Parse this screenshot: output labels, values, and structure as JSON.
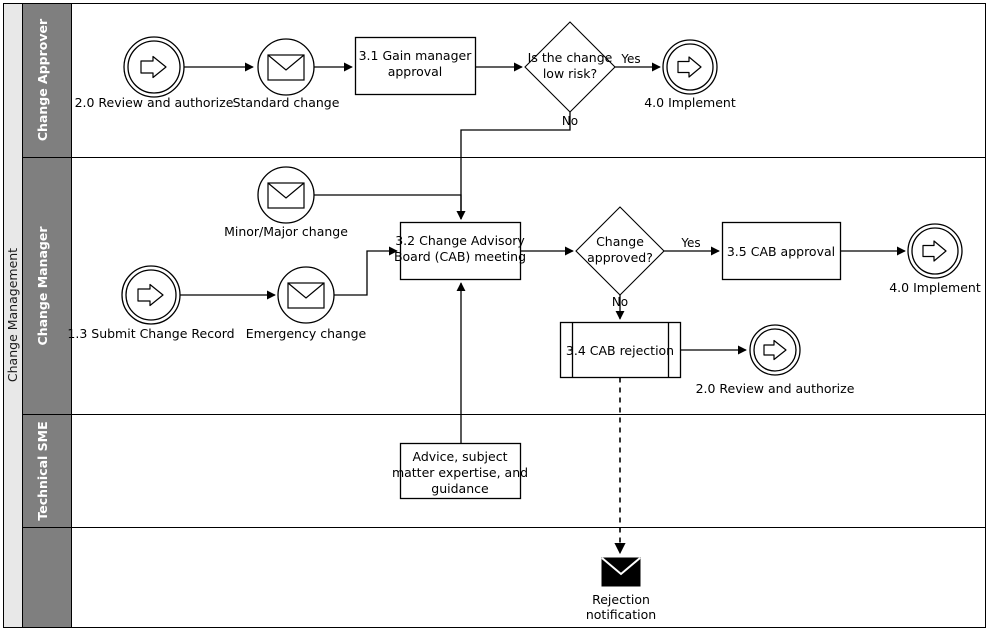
{
  "diagram": {
    "type": "bpmn-swimlane",
    "pool": {
      "label": "Change Management"
    },
    "lanes": [
      {
        "id": "lane-change-approver",
        "label": "Change Approver"
      },
      {
        "id": "lane-change-manager",
        "label": "Change Manager"
      },
      {
        "id": "lane-technical-sme",
        "label": "Technical SME"
      },
      {
        "id": "lane-unnamed",
        "label": ""
      }
    ],
    "colors": {
      "lane_header_fill": "#7f7f7f",
      "pool_header_fill": "#e8e8e8",
      "stroke": "#000000",
      "canvas": "#ffffff",
      "lane_label_text": "#ffffff",
      "pool_label_text": "#1a1a1a"
    },
    "nodes": [
      {
        "id": "n-start-review-top",
        "shape": "link-event",
        "label": "2.0 Review and authorize"
      },
      {
        "id": "n-standard-change",
        "shape": "message-event",
        "label": "Standard change"
      },
      {
        "id": "n-gain-approval",
        "shape": "task",
        "label": "3.1 Gain manager approval"
      },
      {
        "id": "n-gw-low-risk",
        "shape": "gateway",
        "label": "Is the change low risk?"
      },
      {
        "id": "n-implement-top",
        "shape": "link-event",
        "label": "4.0 Implement"
      },
      {
        "id": "n-minor-major",
        "shape": "message-event",
        "label": "Minor/Major change"
      },
      {
        "id": "n-submit-record",
        "shape": "link-event",
        "label": "1.3 Submit Change Record"
      },
      {
        "id": "n-emergency-change",
        "shape": "message-event",
        "label": "Emergency change"
      },
      {
        "id": "n-cab-meeting",
        "shape": "task",
        "label": "3.2 Change Advisory Board (CAB) meeting"
      },
      {
        "id": "n-gw-approved",
        "shape": "gateway",
        "label": "Change approved?"
      },
      {
        "id": "n-cab-approval",
        "shape": "task",
        "label": "3.5 CAB approval"
      },
      {
        "id": "n-implement-right",
        "shape": "link-event",
        "label": "4.0 Implement"
      },
      {
        "id": "n-cab-rejection",
        "shape": "subprocess",
        "label": "3.4 CAB rejection"
      },
      {
        "id": "n-review-bottom",
        "shape": "link-event",
        "label": "2.0 Review and authorize"
      },
      {
        "id": "n-advice",
        "shape": "task",
        "label": "Advice, subject matter expertise, and guidance"
      },
      {
        "id": "n-rejection-notice",
        "shape": "filled-envelope",
        "label": "Rejection notification"
      }
    ],
    "node_text": {
      "n_start_review_top": "2.0 Review and authorize",
      "n_standard_change": "Standard change",
      "n_gain_approval_l1": "3.1 Gain manager",
      "n_gain_approval_l2": "approval",
      "n_gw_low_risk_l1": "Is the change",
      "n_gw_low_risk_l2": "low risk?",
      "n_implement_top": "4.0 Implement",
      "n_minor_major": "Minor/Major change",
      "n_submit_record": "1.3 Submit Change Record",
      "n_emergency_change": "Emergency change",
      "n_cab_meeting_l1": "3.2 Change Advisory",
      "n_cab_meeting_l2": "Board (CAB) meeting",
      "n_gw_approved_l1": "Change",
      "n_gw_approved_l2": "approved?",
      "n_cab_approval": "3.5 CAB approval",
      "n_implement_right": "4.0 Implement",
      "n_cab_rejection": "3.4 CAB rejection",
      "n_review_bottom": "2.0 Review and authorize",
      "n_advice_l1": "Advice, subject",
      "n_advice_l2": "matter expertise, and",
      "n_advice_l3": "guidance",
      "n_rejection_notice_l1": "Rejection",
      "n_rejection_notice_l2": "notification"
    },
    "flow_labels": {
      "yes_top": "Yes",
      "no_top": "No",
      "yes_mid": "Yes",
      "no_mid": "No"
    },
    "edges": [
      {
        "from": "n-start-review-top",
        "to": "n-standard-change",
        "style": "solid",
        "label": ""
      },
      {
        "from": "n-standard-change",
        "to": "n-gain-approval",
        "style": "solid",
        "label": ""
      },
      {
        "from": "n-gain-approval",
        "to": "n-gw-low-risk",
        "style": "solid",
        "label": ""
      },
      {
        "from": "n-gw-low-risk",
        "to": "n-implement-top",
        "style": "solid",
        "label": "Yes"
      },
      {
        "from": "n-gw-low-risk",
        "to": "n-cab-meeting",
        "style": "solid",
        "label": "No"
      },
      {
        "from": "n-minor-major",
        "to": "n-cab-meeting",
        "style": "solid",
        "label": ""
      },
      {
        "from": "n-submit-record",
        "to": "n-emergency-change",
        "style": "solid",
        "label": ""
      },
      {
        "from": "n-emergency-change",
        "to": "n-cab-meeting",
        "style": "solid",
        "label": ""
      },
      {
        "from": "n-cab-meeting",
        "to": "n-gw-approved",
        "style": "solid",
        "label": ""
      },
      {
        "from": "n-gw-approved",
        "to": "n-cab-approval",
        "style": "solid",
        "label": "Yes"
      },
      {
        "from": "n-gw-approved",
        "to": "n-cab-rejection",
        "style": "solid",
        "label": "No"
      },
      {
        "from": "n-cab-approval",
        "to": "n-implement-right",
        "style": "solid",
        "label": ""
      },
      {
        "from": "n-cab-rejection",
        "to": "n-review-bottom",
        "style": "solid",
        "label": ""
      },
      {
        "from": "n-cab-rejection",
        "to": "n-rejection-notice",
        "style": "dashed",
        "label": ""
      },
      {
        "from": "n-advice",
        "to": "n-cab-meeting",
        "style": "solid",
        "label": ""
      }
    ]
  }
}
